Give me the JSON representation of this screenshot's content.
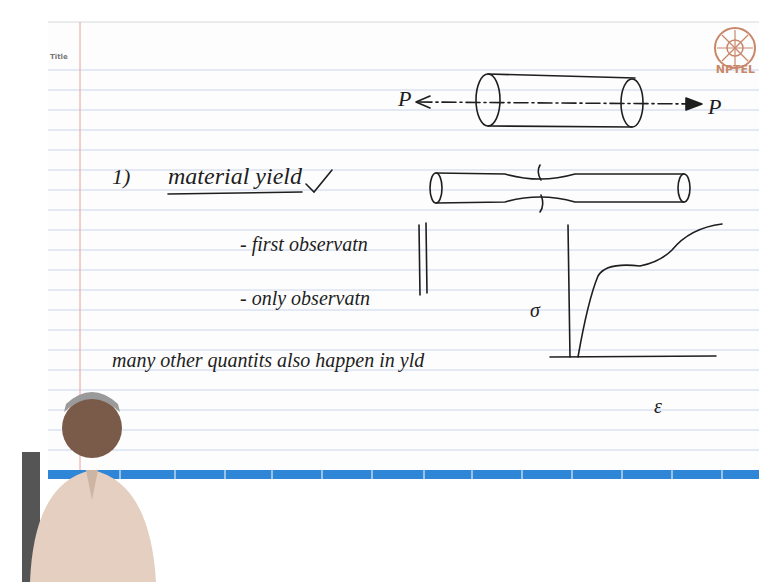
{
  "diagram": {
    "labels": [
      "NPTEL",
      "Title",
      "P",
      "P",
      "1)",
      "material yield",
      "- first observatn",
      "- only observatn",
      "σ",
      "many other quantits also happen in yld",
      "ε"
    ]
  }
}
